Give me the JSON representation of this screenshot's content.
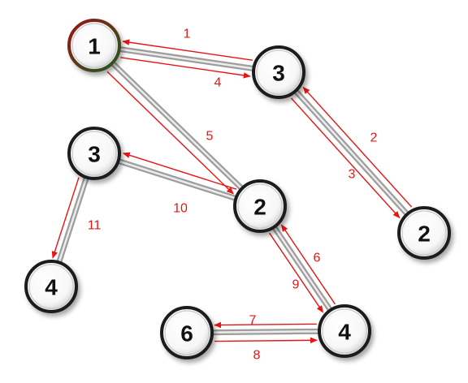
{
  "colors": {
    "node_fill": "#ffffff",
    "node_rim": "#1e1e1e",
    "start_rim_a": "#9a1515",
    "start_rim_b": "#1e5a1e",
    "connector": "#9d9d9d",
    "connector_light": "#ececec",
    "arrow": "#e81414",
    "text": "#111111"
  },
  "nodes": [
    {
      "id": "n1",
      "label": "1",
      "start": true
    },
    {
      "id": "n3a",
      "label": "3"
    },
    {
      "id": "n2r",
      "label": "2"
    },
    {
      "id": "n2c",
      "label": "2"
    },
    {
      "id": "n3l",
      "label": "3"
    },
    {
      "id": "n4l",
      "label": "4"
    },
    {
      "id": "n4b",
      "label": "4"
    },
    {
      "id": "n6",
      "label": "6"
    }
  ],
  "connectors": [
    {
      "a": "n1",
      "b": "n3a"
    },
    {
      "a": "n3a",
      "b": "n2r"
    },
    {
      "a": "n1",
      "b": "n2c"
    },
    {
      "a": "n2c",
      "b": "n3l"
    },
    {
      "a": "n3l",
      "b": "n4l"
    },
    {
      "a": "n2c",
      "b": "n4b"
    },
    {
      "a": "n4b",
      "b": "n6"
    }
  ],
  "steps": [
    {
      "label": "1",
      "from": "n1",
      "to": "n3a"
    },
    {
      "label": "2",
      "from": "n3a",
      "to": "n2r"
    },
    {
      "label": "3",
      "from": "n2r",
      "to": "n3a"
    },
    {
      "label": "4",
      "from": "n3a",
      "to": "n1"
    },
    {
      "label": "5",
      "from": "n1",
      "to": "n2c"
    },
    {
      "label": "6",
      "from": "n2c",
      "to": "n4b"
    },
    {
      "label": "7",
      "from": "n4b",
      "to": "n6"
    },
    {
      "label": "8",
      "from": "n6",
      "to": "n4b"
    },
    {
      "label": "9",
      "from": "n4b",
      "to": "n2c"
    },
    {
      "label": "10",
      "from": "n2c",
      "to": "n3l"
    },
    {
      "label": "11",
      "from": "n3l",
      "to": "n4l"
    }
  ]
}
